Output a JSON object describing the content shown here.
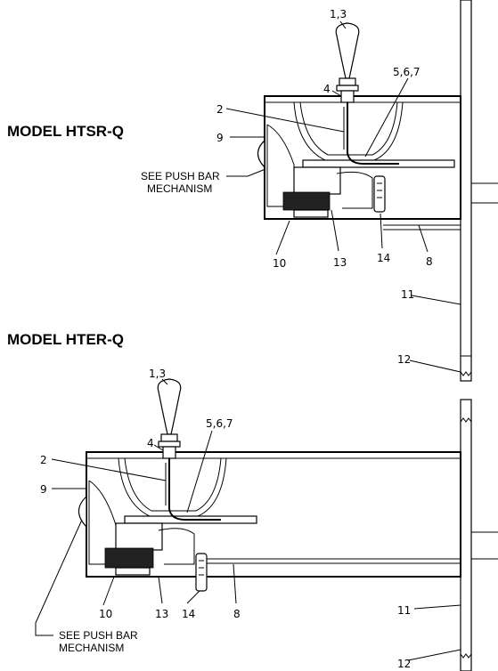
{
  "models": [
    {
      "title": "MODEL HTSR-Q",
      "note": [
        "SEE PUSH BAR",
        "MECHANISM"
      ],
      "callouts": {
        "c13": "1,3",
        "c4": "4",
        "c567": "5,6,7",
        "c2": "2",
        "c9": "9",
        "c10": "10",
        "c13b": "13",
        "c14": "14",
        "c8": "8",
        "c11": "11",
        "c12": "12"
      }
    },
    {
      "title": "MODEL HTER-Q",
      "note": [
        "SEE PUSH BAR",
        "MECHANISM"
      ],
      "callouts": {
        "c13": "1,3",
        "c4": "4",
        "c567": "5,6,7",
        "c2": "2",
        "c9": "9",
        "c10": "10",
        "c13b": "13",
        "c14": "14",
        "c8": "8",
        "c11": "11",
        "c12": "12"
      }
    }
  ]
}
